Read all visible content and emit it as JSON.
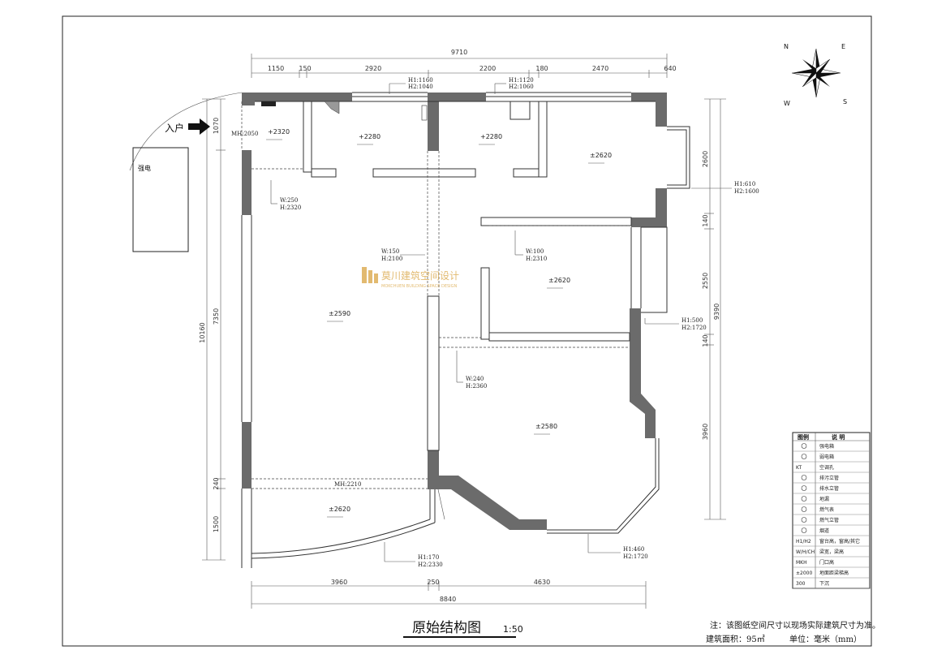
{
  "title": {
    "text": "原始结构图",
    "scale": "1:50"
  },
  "entry_label": "入户",
  "elec_box_label": "强电",
  "compass": {
    "n": "N",
    "e": "E",
    "s": "S",
    "w": "W"
  },
  "logo": {
    "name_cn": "莫川建筑空间设计",
    "name_en": "MOKCHUEN BUILDING SPACE DESIGN"
  },
  "dims_top": {
    "total": "9710",
    "segments": [
      "1150",
      "150",
      "2920",
      "2200",
      "180",
      "2470",
      "640"
    ]
  },
  "dims_bottom": {
    "total": "8840",
    "segments": [
      "3960",
      "250",
      "4630"
    ]
  },
  "dims_left": {
    "total": "10160",
    "segments": [
      "1070",
      "7350",
      "240",
      "1500"
    ]
  },
  "dims_right": {
    "total": "9390",
    "segments": [
      "2600",
      "140",
      "2550",
      "140",
      "3960"
    ]
  },
  "levels": [
    "+2320",
    "+2280",
    "+2280",
    "±2620",
    "±2590",
    "±2620",
    "±2580",
    "±2620"
  ],
  "annotations": {
    "top_win1": [
      "H1:1160",
      "H2:1040"
    ],
    "top_win2": [
      "H1:1120",
      "H2:1060"
    ],
    "mh1": "MH:2050",
    "beam1": [
      "W:250",
      "H:2320"
    ],
    "beam2": [
      "W:150",
      "H:2100"
    ],
    "beam3": [
      "W:100",
      "H:2310"
    ],
    "right_win1": [
      "H1:610",
      "H2:1600"
    ],
    "right_win2": [
      "H1:500",
      "H2:1720"
    ],
    "beam4": [
      "W:240",
      "H:2360"
    ],
    "mh2": "MH:2210",
    "bottom_win1": [
      "H1:170",
      "H2:2330"
    ],
    "bottom_win2": [
      "H1:460",
      "H2:1720"
    ]
  },
  "legend": {
    "header": [
      "图例",
      "说 明"
    ],
    "items": [
      {
        "symbol": "",
        "label": "强电箱"
      },
      {
        "symbol": "",
        "label": "弱电箱"
      },
      {
        "symbol": "KT",
        "label": "空调孔"
      },
      {
        "symbol": "",
        "label": "排污立管"
      },
      {
        "symbol": "",
        "label": "排水立管"
      },
      {
        "symbol": "",
        "label": "地漏"
      },
      {
        "symbol": "",
        "label": "燃气表"
      },
      {
        "symbol": "",
        "label": "燃气立管"
      },
      {
        "symbol": "",
        "label": "烟道"
      },
      {
        "symbol": "H1/H2",
        "label": "窗台高，窗高/其它"
      },
      {
        "symbol": "W/H/CH",
        "label": "梁宽，梁高"
      },
      {
        "symbol": "MKH",
        "label": "门口高"
      },
      {
        "symbol": "±2000",
        "label": "地面距梁梯高"
      },
      {
        "symbol": "300",
        "label": "下沉"
      }
    ]
  },
  "footer": {
    "note": "注：该图纸空间尺寸以现场实际建筑尺寸为准。",
    "area": "建筑面积：95㎡",
    "unit": "单位：毫米（mm）"
  }
}
